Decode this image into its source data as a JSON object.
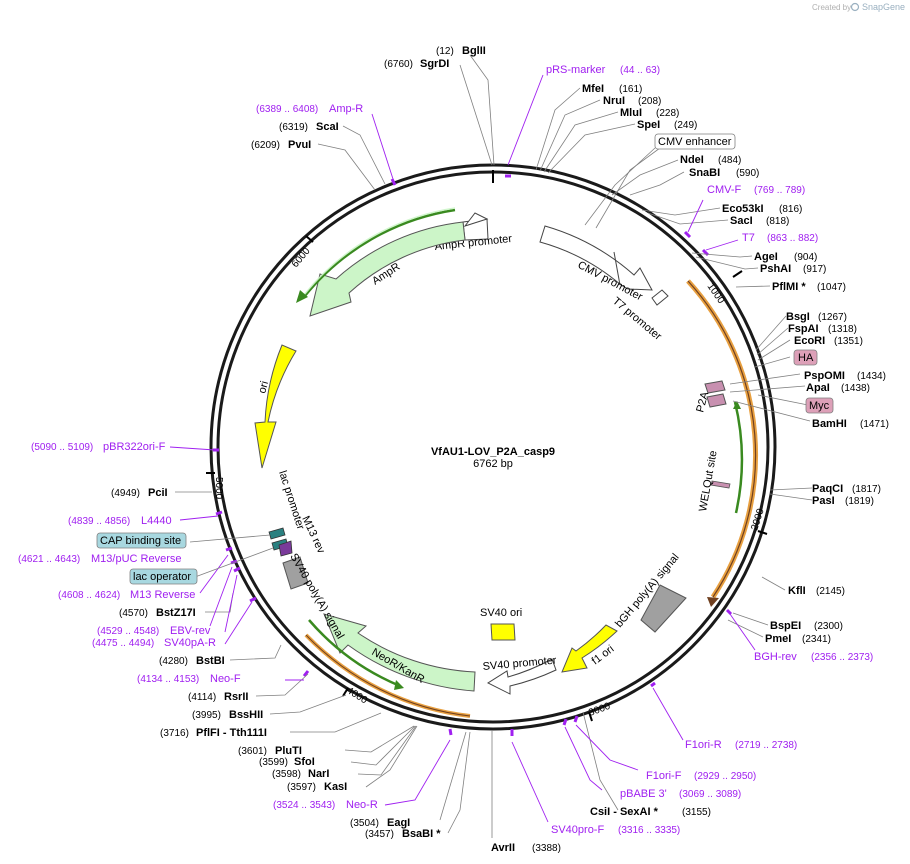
{
  "credit": {
    "created_by": "Created by",
    "brand": "SnapGene"
  },
  "plasmid": {
    "name": "VfAU1-LOV_P2A_casp9",
    "length": "6762 bp"
  },
  "ticks": [
    "1000",
    "2000",
    "3000",
    "4000",
    "5000",
    "6000"
  ],
  "enzymes": [
    {
      "name": "BglII",
      "pos": "(12)"
    },
    {
      "name": "SgrDI",
      "pos": "(6760)"
    },
    {
      "name": "MfeI",
      "pos": "(161)"
    },
    {
      "name": "NruI",
      "pos": "(208)"
    },
    {
      "name": "MluI",
      "pos": "(228)"
    },
    {
      "name": "SpeI",
      "pos": "(249)"
    },
    {
      "name": "NdeI",
      "pos": "(484)"
    },
    {
      "name": "SnaBI",
      "pos": "(590)"
    },
    {
      "name": "Eco53kI",
      "pos": "(816)"
    },
    {
      "name": "SacI",
      "pos": "(818)"
    },
    {
      "name": "AgeI",
      "pos": "(904)"
    },
    {
      "name": "PshAI",
      "pos": "(917)"
    },
    {
      "name": "PflMI *",
      "pos": "(1047)"
    },
    {
      "name": "BsgI",
      "pos": "(1267)"
    },
    {
      "name": "FspAI",
      "pos": "(1318)"
    },
    {
      "name": "EcoRI",
      "pos": "(1351)"
    },
    {
      "name": "PspOMI",
      "pos": "(1434)"
    },
    {
      "name": "ApaI",
      "pos": "(1438)"
    },
    {
      "name": "BamHI",
      "pos": "(1471)"
    },
    {
      "name": "PaqCI",
      "pos": "(1817)"
    },
    {
      "name": "PasI",
      "pos": "(1819)"
    },
    {
      "name": "KflI",
      "pos": "(2145)"
    },
    {
      "name": "BspEI",
      "pos": "(2300)"
    },
    {
      "name": "PmeI",
      "pos": "(2341)"
    },
    {
      "name": "CsiI  - SexAI *",
      "pos": "(3155)"
    },
    {
      "name": "AvrII",
      "pos": "(3388)"
    },
    {
      "name": "BsaBI *",
      "pos": "(3457)"
    },
    {
      "name": "EagI",
      "pos": "(3504)"
    },
    {
      "name": "KasI",
      "pos": "(3597)"
    },
    {
      "name": "NarI",
      "pos": "(3598)"
    },
    {
      "name": "SfoI",
      "pos": "(3599)"
    },
    {
      "name": "PluTI",
      "pos": "(3601)"
    },
    {
      "name": "PflFI  - Tth111I",
      "pos": "(3716)"
    },
    {
      "name": "BssHII",
      "pos": "(3995)"
    },
    {
      "name": "RsrII",
      "pos": "(4114)"
    },
    {
      "name": "BstBI",
      "pos": "(4280)"
    },
    {
      "name": "BstZ17I",
      "pos": "(4570)"
    },
    {
      "name": "PciI",
      "pos": "(4949)"
    },
    {
      "name": "PvuI",
      "pos": "(6209)"
    },
    {
      "name": "ScaI",
      "pos": "(6319)"
    }
  ],
  "primers": [
    {
      "name": "pRS-marker",
      "range": "(44 .. 63)"
    },
    {
      "name": "CMV-F",
      "range": "(769 .. 789)"
    },
    {
      "name": "T7",
      "range": "(863 .. 882)"
    },
    {
      "name": "BGH-rev",
      "range": "(2356 .. 2373)"
    },
    {
      "name": "F1ori-R",
      "range": "(2719 .. 2738)"
    },
    {
      "name": "F1ori-F",
      "range": "(2929 .. 2950)"
    },
    {
      "name": "pBABE 3'",
      "range": "(3069 .. 3089)"
    },
    {
      "name": "SV40pro-F",
      "range": "(3316 .. 3335)"
    },
    {
      "name": "Neo-R",
      "range": "(3524 .. 3543)"
    },
    {
      "name": "Neo-F",
      "range": "(4134 .. 4153)"
    },
    {
      "name": "SV40pA-R",
      "range": "(4475 .. 4494)"
    },
    {
      "name": "EBV-rev",
      "range": "(4529 .. 4548)"
    },
    {
      "name": "M13 Reverse",
      "range": "(4608 .. 4624)"
    },
    {
      "name": "M13/pUC Reverse",
      "range": "(4621 .. 4643)"
    },
    {
      "name": "L4440",
      "range": "(4839 .. 4856)"
    },
    {
      "name": "pBR322ori-F",
      "range": "(5090 .. 5109)"
    },
    {
      "name": "Amp-R",
      "range": "(6389 .. 6408)"
    }
  ],
  "boxed_features": [
    {
      "name": "CMV enhancer"
    },
    {
      "name": "HA"
    },
    {
      "name": "Myc"
    },
    {
      "name": "CAP binding site"
    },
    {
      "name": "lac operator"
    }
  ],
  "features": [
    {
      "name": "AmpR promoter"
    },
    {
      "name": "AmpR"
    },
    {
      "name": "CMV promoter"
    },
    {
      "name": "T7 promoter"
    },
    {
      "name": "ori"
    },
    {
      "name": "P2A"
    },
    {
      "name": "WELQut site"
    },
    {
      "name": "lac promoter"
    },
    {
      "name": "M13 rev"
    },
    {
      "name": "SV40 poly(A) signal"
    },
    {
      "name": "bGH poly(A) signal"
    },
    {
      "name": "SV40 ori"
    },
    {
      "name": "f1 ori"
    },
    {
      "name": "SV40 promoter"
    },
    {
      "name": "NeoR/KanR"
    }
  ],
  "colors": {
    "backbone": "#1a1a1a",
    "primer": "#a020f0",
    "ampr_fill": "#ccf5c8",
    "ori_fill": "#ffff00",
    "orange_arc": "#e8a040",
    "green_arc": "#3a8a20",
    "gray_feature": "#a0a0a0",
    "boxed_pink": "#dda0b8",
    "boxed_blue": "#a8d8e0"
  }
}
